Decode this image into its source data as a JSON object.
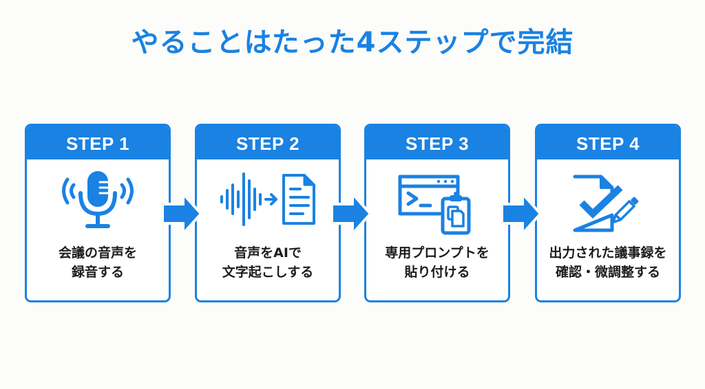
{
  "title": "やることはたった4ステップで完結",
  "colors": {
    "accent": "#1a82e2",
    "text": "#1c1c1c",
    "background": "#fcfcfa",
    "card_background": "#ffffff"
  },
  "steps": [
    {
      "label": "STEP 1",
      "icon": "microphone-icon",
      "lines": [
        "会議の音声を",
        "録音する"
      ]
    },
    {
      "label": "STEP 2",
      "icon": "audio-to-document-icon",
      "lines": [
        "音声をAIで",
        "文字起こしする"
      ]
    },
    {
      "label": "STEP 3",
      "icon": "terminal-clipboard-icon",
      "lines": [
        "専用プロンプトを",
        "貼り付ける"
      ]
    },
    {
      "label": "STEP 4",
      "icon": "document-check-pencil-icon",
      "lines": [
        "出力された議事録を",
        "確認・微調整する"
      ]
    }
  ],
  "connectors": [
    "arrow-right-icon",
    "arrow-right-icon",
    "arrow-right-icon"
  ]
}
